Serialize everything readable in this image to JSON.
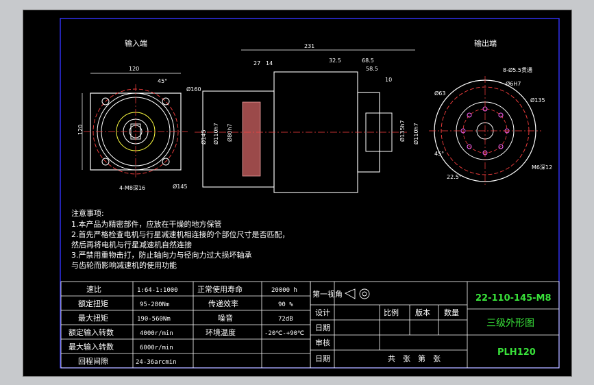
{
  "views": {
    "input_end_title": "输入端",
    "output_end_title": "输出端"
  },
  "dimensions": {
    "left": {
      "width_120": "120",
      "height_120": "120",
      "angle_45": "45°",
      "dia_160": "Ø160",
      "dia_145": "Ø145",
      "holes": "4-M8深16"
    },
    "middle": {
      "overall": "231",
      "d27": "27",
      "d14": "14",
      "d32_5": "32.5",
      "d68_5": "68.5",
      "d58_5": "58.5",
      "d10": "10",
      "dia145": "Ø145",
      "dia110": "Ø110h7",
      "dia80": "Ø80h7",
      "dia135": "Ø135h7",
      "dia110b": "Ø110h7"
    },
    "right": {
      "dia63": "Ø63",
      "holes_top": "8-Ø5.5贯通",
      "dia6": "Ø6H7",
      "dia135": "Ø135",
      "angle45": "45°",
      "angle22_5": "22.5°",
      "tap": "M6深12"
    }
  },
  "notes": {
    "title": "注意事项:",
    "lines": [
      "1.本产品为精密部件，应放在干燥的地方保管",
      "2.首先严格检查电机与行星减速机相连接的个部位尺寸是否匹配，",
      "然后再将电机与行星减速机自然连接",
      "3.严禁用重物击打，防止轴向力与径向力过大损坏轴承",
      "与齿轮而影响减速机的使用功能"
    ]
  },
  "specs": {
    "rows": [
      {
        "label": "速比",
        "value": "1:64-1:1000",
        "label2": "正常使用寿命",
        "value2": "20000 h"
      },
      {
        "label": "额定扭矩",
        "value": "95-280Nm",
        "label2": "传递效率",
        "value2": "90 %"
      },
      {
        "label": "最大扭矩",
        "value": "190-560Nm",
        "label2": "噪音",
        "value2": "72dB"
      },
      {
        "label": "额定输入转数",
        "value": "4000r/min",
        "label2": "环境温度",
        "value2": "-20℃-+90℃"
      },
      {
        "label": "最大输入转数",
        "value": "6000r/min",
        "label2": "",
        "value2": ""
      },
      {
        "label": "回程间隙",
        "value": "24-36arcmin",
        "label2": "",
        "value2": ""
      }
    ]
  },
  "title_block": {
    "projection": "第一视角",
    "design": "设计",
    "date": "日期",
    "review": "审核",
    "date2": "日期",
    "scale": "比例",
    "version": "版本",
    "quantity": "数量",
    "sheets": "共　张　第　张",
    "part_number": "22-110-145-M8",
    "drawing_name": "三级外形图",
    "model": "PLH120"
  }
}
